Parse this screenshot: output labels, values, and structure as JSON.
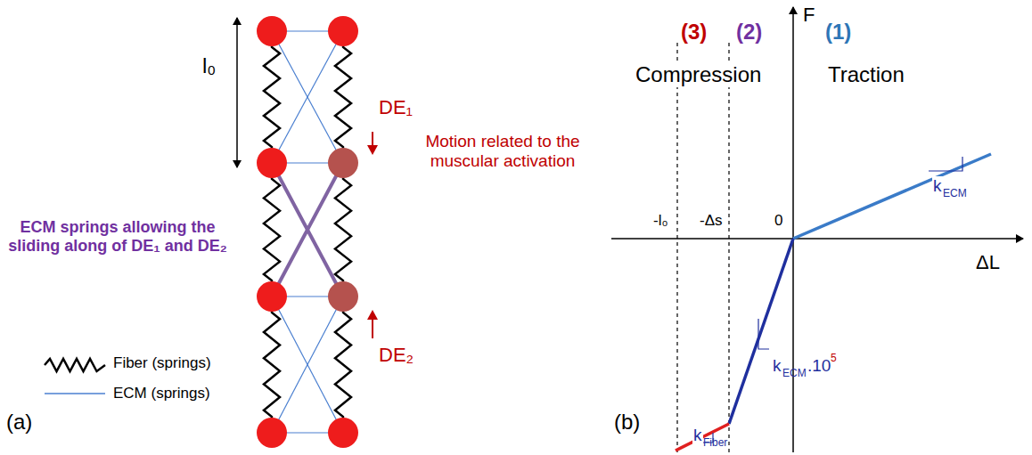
{
  "diagram": {
    "labels": [
      "l₀",
      "DE₁",
      "DE₂",
      "Motion related to the muscular activation",
      "ECM springs allowing the sliding along of DE₁ and DE₂",
      "(a)",
      "(b)",
      "F",
      "ΔL",
      "(3)",
      "(2)",
      "(1)",
      "Compression",
      "Traction",
      "-l₀",
      "-Δs",
      "0",
      "k",
      "ECM",
      "k",
      "ECM",
      ".10",
      "5",
      "k",
      "Fiber"
    ],
    "legend": [
      {
        "text": "Fiber (springs)"
      },
      {
        "text": "ECM (springs)"
      }
    ]
  }
}
